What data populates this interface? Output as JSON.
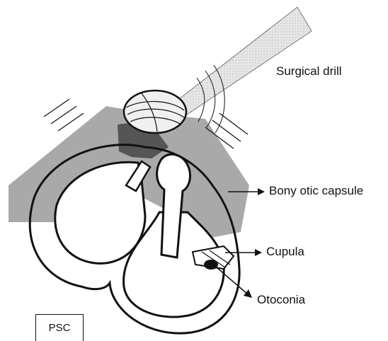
{
  "labels": {
    "surgical_drill": "Surgical drill",
    "bony_otic_capsule": "Bony otic capsule",
    "cupula": "Cupula",
    "otoconia": "Otoconia",
    "psc": "PSC"
  },
  "colors": {
    "capsule_gray": "#a9a9a9",
    "dark_region": "#555555",
    "drill_cone": "#e4e4e4",
    "outline": "#111111"
  }
}
